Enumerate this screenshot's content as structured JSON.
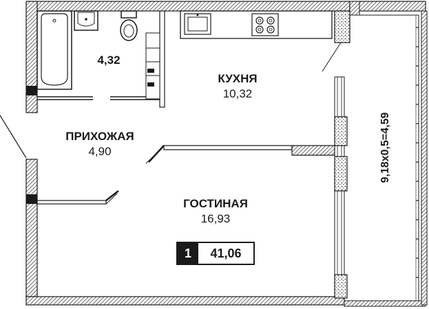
{
  "rooms": {
    "bathroom": {
      "area": "4,32"
    },
    "kitchen": {
      "name": "КУХНЯ",
      "area": "10,32"
    },
    "hallway": {
      "name": "ПРИХОЖАЯ",
      "area": "4,90"
    },
    "living": {
      "name": "ГОСТИНАЯ",
      "area": "16,93"
    },
    "balcony": {
      "label": "9,18x0,5=4,59"
    }
  },
  "summary": {
    "rooms_count": "1",
    "total_area": "41,06"
  },
  "colors": {
    "wall_line": "#1a1a1a",
    "hatch": "#555555",
    "background": "#ffffff"
  }
}
